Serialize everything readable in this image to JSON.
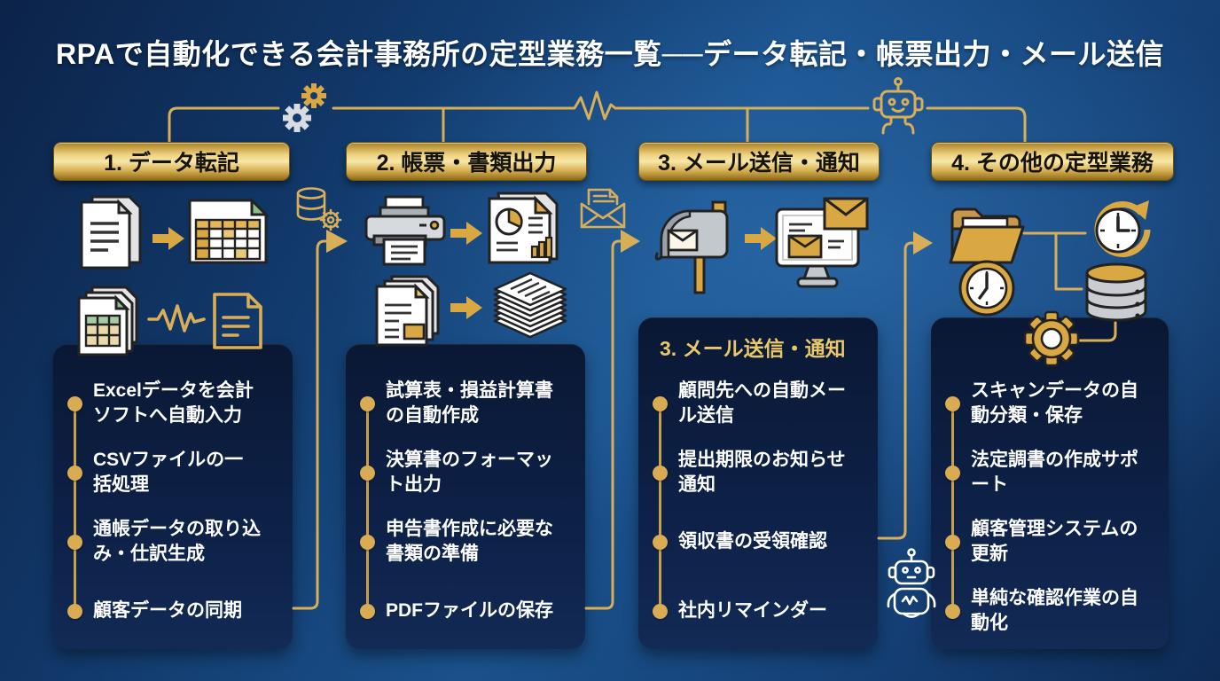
{
  "title": "RPAで自動化できる会計事務所の定型業務一覧──データ転記・帳票出力・メール送信",
  "columns": [
    {
      "header": "1. データ転記",
      "items": [
        "Excelデータを会計ソフトへ自動入力",
        "CSVファイルの一括処理",
        "通帳データの取り込み・仕訳生成",
        "顧客データの同期"
      ]
    },
    {
      "header": "2. 帳票・書類出力",
      "items": [
        "試算表・損益計算書の自動作成",
        "決算書のフォーマット出力",
        "申告書作成に必要な書類の準備",
        "PDFファイルの保存"
      ]
    },
    {
      "header": "3. メール送信・通知",
      "card_heading": "3. メール送信・通知",
      "items": [
        "顧問先への自動メール送信",
        "提出期限のお知らせ通知",
        "領収書の受領確認",
        "社内リマインダー"
      ]
    },
    {
      "header": "4. その他の定型業務",
      "items": [
        "スキャンデータの自動分類・保存",
        "法定調書の作成サポート",
        "顧客管理システムの更新",
        "単純な確認作業の自動化"
      ]
    }
  ],
  "icons": {
    "top": [
      "gears-icon",
      "pulse-icon",
      "robot-icon"
    ],
    "between_columns": [
      "database-gear-icon",
      "mail-letter-icon",
      "robot-chat-icon"
    ],
    "column1": [
      "documents-icon",
      "arrow-right-icon",
      "spreadsheet-icon",
      "sheet-stack-icon",
      "pulse-icon",
      "document-outline-icon"
    ],
    "column2": [
      "printer-icon",
      "arrow-right-icon",
      "report-icon",
      "document-stack-icon",
      "paper-ream-icon"
    ],
    "column3": [
      "mailbox-icon",
      "arrow-right-icon",
      "monitor-mail-icon"
    ],
    "column4": [
      "folder-icon",
      "clock-refresh-icon",
      "clock-icon",
      "database-icon",
      "gear-icon"
    ]
  },
  "colors": {
    "accent_gold": "#d9ae58",
    "header_gold": "#f0d98e",
    "card_navy": "#0c1d3d",
    "background_blue": "#17487e",
    "text_white": "#ffffff",
    "header_text": "#16130d",
    "green_accent": "#8fbc8b"
  }
}
